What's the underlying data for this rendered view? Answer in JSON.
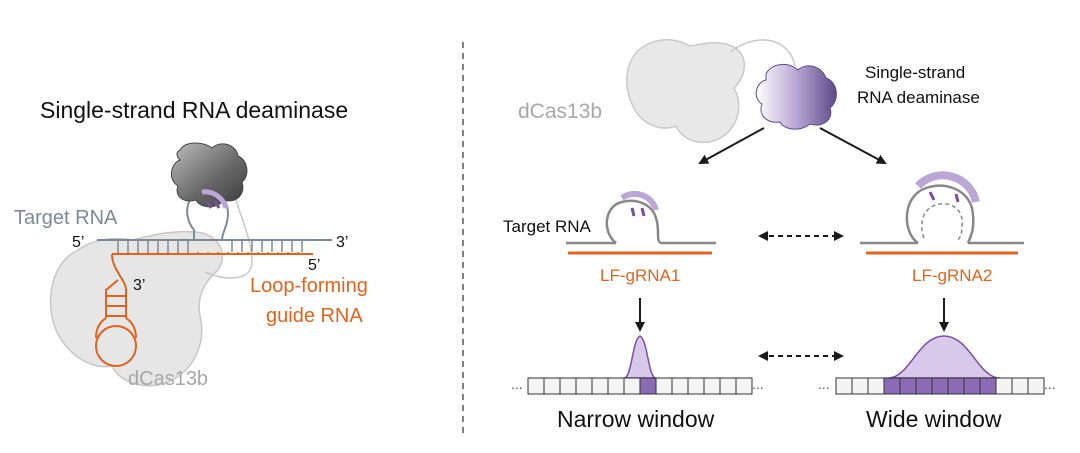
{
  "colors": {
    "orange": "#e0641e",
    "gray_dark": "#6e6e6e",
    "gray_blue": "#7c8a96",
    "gray_light": "#a8a8a8",
    "purple": "#7a4f9e",
    "purple_light": "#bca6d6",
    "purple_fill": "#d8c8ea"
  },
  "left_panel": {
    "title": "Single-strand RNA deaminase",
    "target_rna_label": "Target RNA",
    "five_prime_top": "5’",
    "three_prime_top": "3’",
    "five_prime_guide": "5’",
    "three_prime_guide": "3’",
    "guide_label_line1": "Loop-forming",
    "guide_label_line2": "guide RNA",
    "dcas_label": "dCas13b"
  },
  "right_panel": {
    "dcas_label": "dCas13b",
    "deaminase_line1": "Single-strand",
    "deaminase_line2": "RNA deaminase",
    "target_rna_label": "Target RNA",
    "guide1_label": "LF-gRNA1",
    "guide2_label": "LF-gRNA2",
    "narrow_label": "Narrow window",
    "wide_label": "Wide window",
    "ellipsis": "..."
  },
  "editing_windows": {
    "narrow": {
      "cells": 14,
      "edited_cells": 1
    },
    "wide": {
      "cells": 13,
      "edited_cells": 7
    }
  }
}
